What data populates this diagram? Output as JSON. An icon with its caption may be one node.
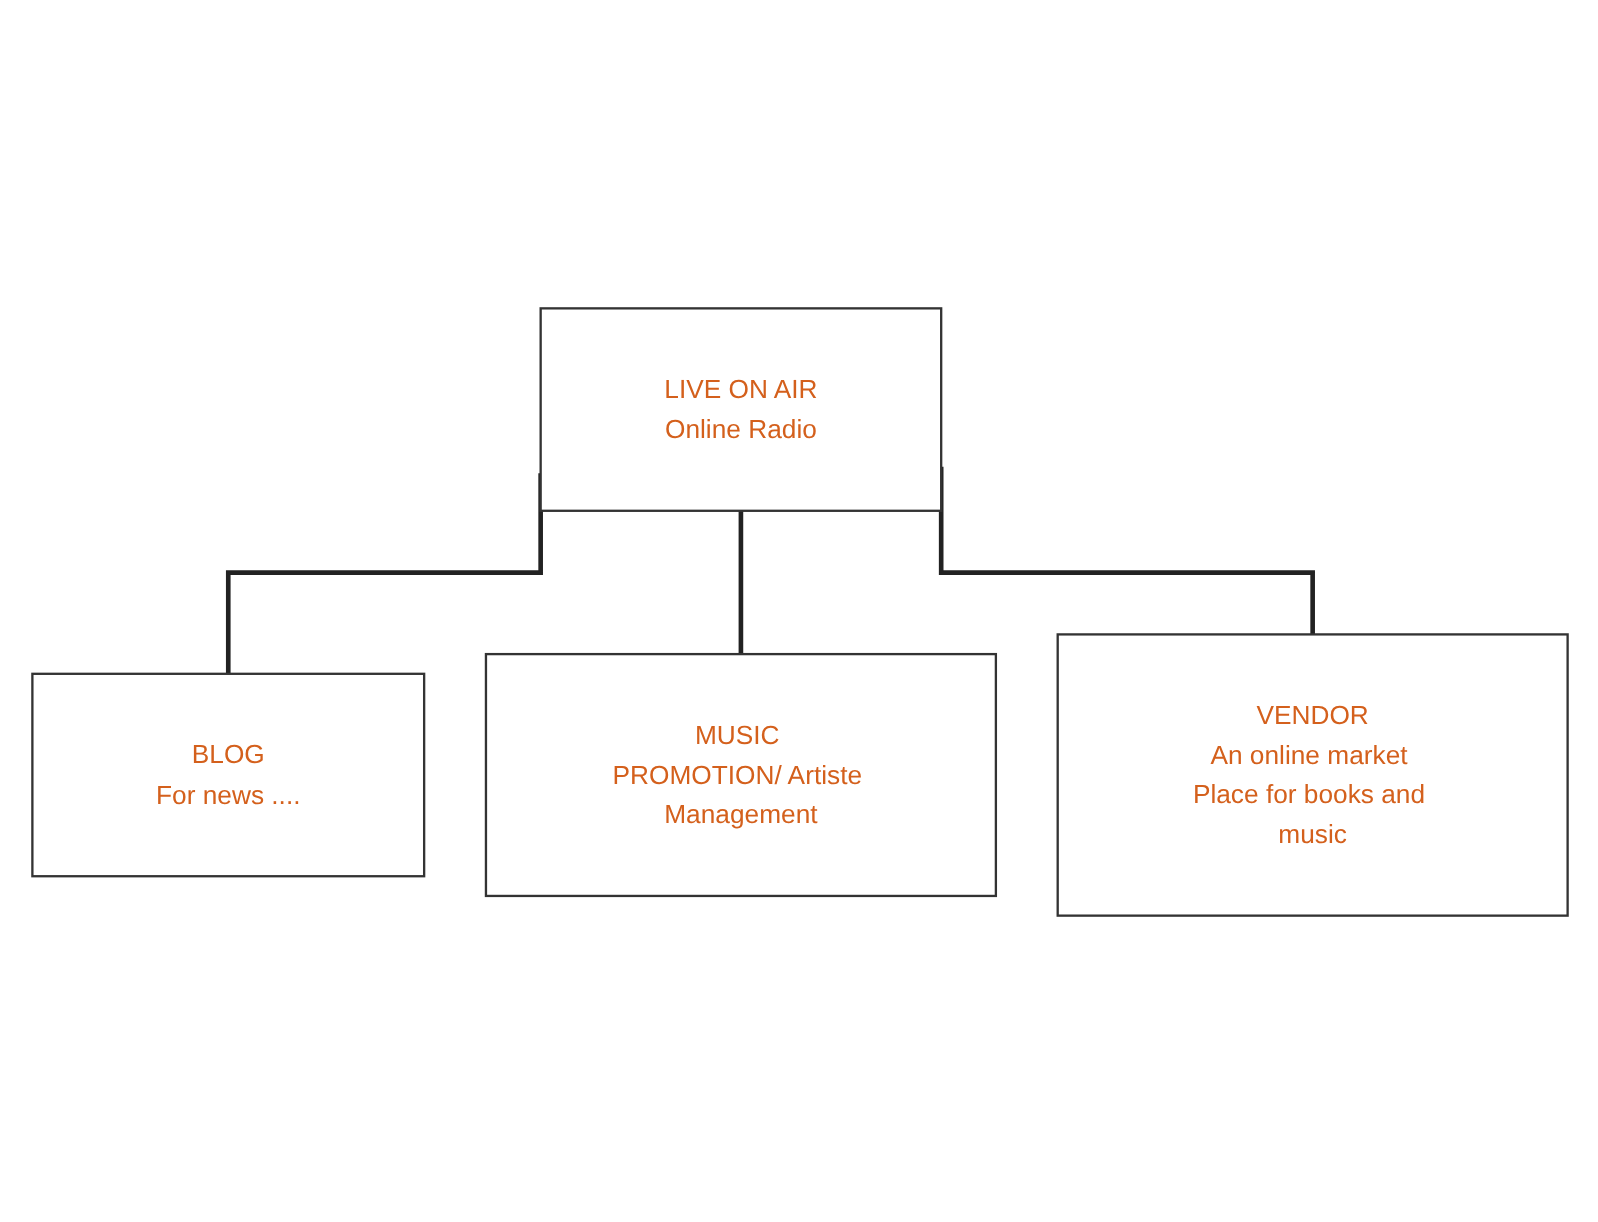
{
  "diagram": {
    "nodes": [
      {
        "text": [
          "LIVE ON AIR",
          "Online Radio"
        ]
      },
      {
        "text": [
          "BLOG",
          "For news ...."
        ]
      },
      {
        "text": [
          "MUSIC PROMOTION/ Artiste Management"
        ]
      },
      {
        "text": [
          "VENDOR",
          "An online market Place for books and music"
        ]
      }
    ],
    "edges": [
      {
        "from": 0,
        "to": 1,
        "arrow": "none"
      },
      {
        "from": 0,
        "to": 2,
        "arrow": "none"
      },
      {
        "from": 0,
        "to": 3,
        "arrow": "none"
      }
    ]
  }
}
